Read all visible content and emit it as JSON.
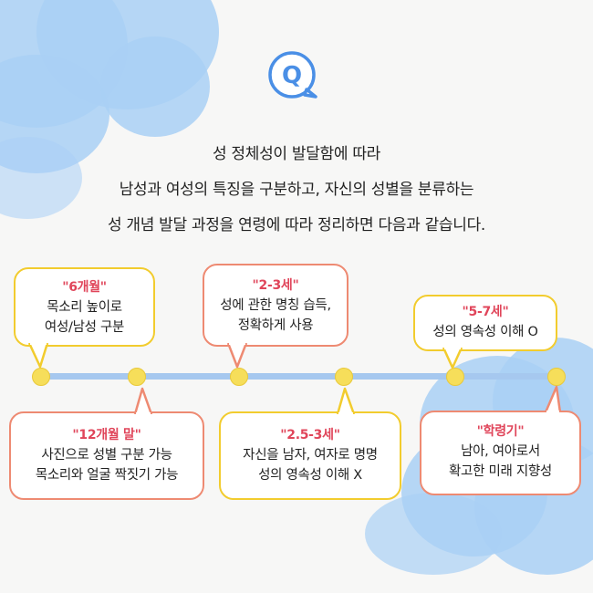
{
  "badge": {
    "letter": "Q"
  },
  "intro": {
    "lines": [
      "성 정체성이 발달함에 따라",
      "남성과 여성의 특징을 구분하고,  자신의 성별을 분류하는",
      "성 개념 발달 과정을  연령에 따라 정리하면 다음과 같습니다."
    ]
  },
  "stages": [
    {
      "age": "\"6개월\"",
      "lines": [
        "목소리 높이로",
        "여성/남성 구분"
      ]
    },
    {
      "age": "\"12개월 말\"",
      "lines": [
        "사진으로 성별 구분 가능",
        "목소리와 얼굴 짝짓기 가능"
      ]
    },
    {
      "age": "\"2-3세\"",
      "lines": [
        "성에 관한 명칭 습득,",
        "정확하게 사용"
      ]
    },
    {
      "age": "\"2.5-3세\"",
      "lines": [
        "자신을 남자, 여자로 명명",
        "성의 영속성 이해 X"
      ]
    },
    {
      "age": "\"5-7세\"",
      "lines": [
        "성의 영속성 이해 O"
      ]
    },
    {
      "age": "\"학령기\"",
      "lines": [
        "남아, 여아로서",
        "확고한 미래 지향성"
      ]
    }
  ],
  "colors": {
    "cloud": "#a9d0f5",
    "timeline": "#a6c8ef",
    "dot": "#f6de5a",
    "yellow_border": "#f2cc2e",
    "coral_border": "#ee8a72",
    "age_text": "#e0455a",
    "badge": "#4a8fe6"
  }
}
